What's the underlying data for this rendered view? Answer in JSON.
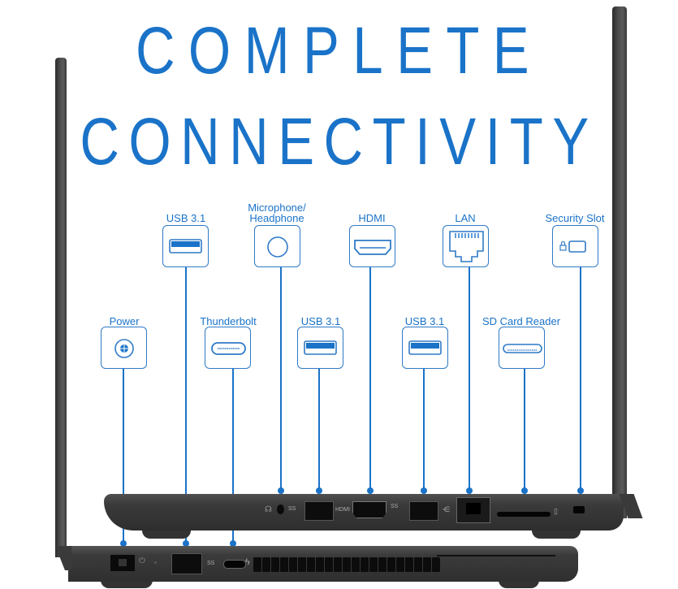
{
  "headline": {
    "line1": "COMPLETE",
    "line2": "CONNECTIVITY",
    "color": "#1a73c8"
  },
  "ports_top_row": [
    {
      "id": "usb31-a",
      "label": "USB 3.1",
      "icon": "usb-a-icon"
    },
    {
      "id": "audio",
      "label": "Microphone/ Headphone",
      "icon": "audio-jack-icon"
    },
    {
      "id": "hdmi",
      "label": "HDMI",
      "icon": "hdmi-icon"
    },
    {
      "id": "lan",
      "label": "LAN",
      "icon": "ethernet-icon"
    },
    {
      "id": "security",
      "label": "Security Slot",
      "icon": "lock-slot-icon"
    }
  ],
  "ports_bottom_row": [
    {
      "id": "power",
      "label": "Power",
      "icon": "power-icon"
    },
    {
      "id": "thunderbolt",
      "label": "Thunderbolt",
      "icon": "usb-c-icon"
    },
    {
      "id": "usb31-b",
      "label": "USB 3.1",
      "icon": "usb-a-icon"
    },
    {
      "id": "usb31-c",
      "label": "USB 3.1",
      "icon": "usb-a-icon"
    },
    {
      "id": "sd",
      "label": "SD Card Reader",
      "icon": "sd-card-icon"
    }
  ],
  "device_markings": {
    "hdmi_text": "HDMI",
    "ss_text": "SS"
  }
}
